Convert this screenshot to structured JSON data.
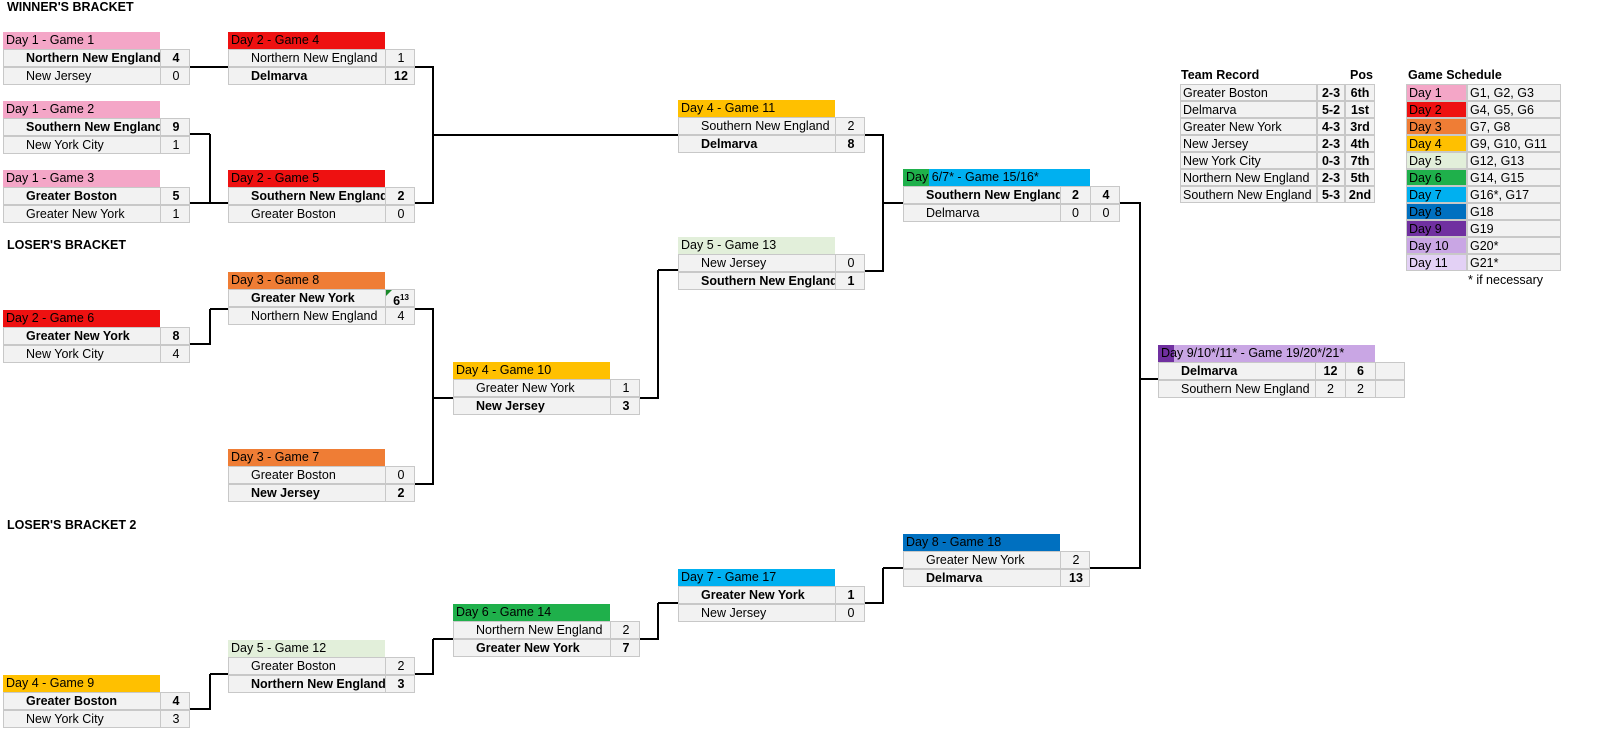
{
  "colors": {
    "day1": "#f4a6c7",
    "day2": "#ee1111",
    "day3": "#ef7d35",
    "day4": "#ffc000",
    "day5": "#e2efda",
    "day6": "#1fb04b",
    "day7": "#00b0f0",
    "day8": "#0070c0",
    "day9": "#7030a0",
    "day10": "#c9a6e4",
    "day11": "#e3d1f5"
  },
  "sections": {
    "winners": "WINNER'S BRACKET",
    "losers": "LOSER'S BRACKET",
    "losers2": "LOSER'S BRACKET 2"
  },
  "games": [
    {
      "id": "g1",
      "header": "Day 1 - Game 1",
      "day": "day1",
      "teams": [
        {
          "name": "Northern New England",
          "scores": [
            "4"
          ],
          "bold": true
        },
        {
          "name": "New Jersey",
          "scores": [
            "0"
          ],
          "bold": false
        }
      ]
    },
    {
      "id": "g2",
      "header": "Day 1 - Game 2",
      "day": "day1",
      "teams": [
        {
          "name": "Southern New England",
          "scores": [
            "9"
          ],
          "bold": true
        },
        {
          "name": "New York City",
          "scores": [
            "1"
          ],
          "bold": false
        }
      ]
    },
    {
      "id": "g3",
      "header": "Day 1 - Game 3",
      "day": "day1",
      "teams": [
        {
          "name": "Greater Boston",
          "scores": [
            "5"
          ],
          "bold": true
        },
        {
          "name": "Greater New York",
          "scores": [
            "1"
          ],
          "bold": false
        }
      ]
    },
    {
      "id": "g4",
      "header": "Day 2 - Game 4",
      "day": "day2",
      "teams": [
        {
          "name": "Northern New England",
          "scores": [
            "1"
          ],
          "bold": false
        },
        {
          "name": "Delmarva",
          "scores": [
            "12"
          ],
          "bold": true
        }
      ]
    },
    {
      "id": "g5",
      "header": "Day 2 - Game 5",
      "day": "day2",
      "teams": [
        {
          "name": "Southern New England",
          "scores": [
            "2"
          ],
          "bold": true
        },
        {
          "name": "Greater Boston",
          "scores": [
            "0"
          ],
          "bold": false
        }
      ]
    },
    {
      "id": "g6",
      "header": "Day 2 - Game 6",
      "day": "day2",
      "teams": [
        {
          "name": "Greater New York",
          "scores": [
            "8"
          ],
          "bold": true
        },
        {
          "name": "New York City",
          "scores": [
            "4"
          ],
          "bold": false
        }
      ]
    },
    {
      "id": "g8",
      "header": "Day 3 - Game 8",
      "day": "day3",
      "teams": [
        {
          "name": "Greater New York",
          "scores": [
            "6¹³"
          ],
          "bold": true
        },
        {
          "name": "Northern New England",
          "scores": [
            "4"
          ],
          "bold": false
        }
      ]
    },
    {
      "id": "g7",
      "header": "Day 3 - Game 7",
      "day": "day3",
      "teams": [
        {
          "name": "Greater Boston",
          "scores": [
            "0"
          ],
          "bold": false
        },
        {
          "name": "New Jersey",
          "scores": [
            "2"
          ],
          "bold": true
        }
      ]
    },
    {
      "id": "g10",
      "header": "Day 4 - Game 10",
      "day": "day4",
      "teams": [
        {
          "name": "Greater New York",
          "scores": [
            "1"
          ],
          "bold": false
        },
        {
          "name": "New Jersey",
          "scores": [
            "3"
          ],
          "bold": true
        }
      ]
    },
    {
      "id": "g11",
      "header": "Day 4 - Game 11",
      "day": "day4",
      "teams": [
        {
          "name": "Southern New England",
          "scores": [
            "2"
          ],
          "bold": false
        },
        {
          "name": "Delmarva",
          "scores": [
            "8"
          ],
          "bold": true
        }
      ]
    },
    {
      "id": "g13",
      "header": "Day 5 - Game 13",
      "day": "day5",
      "teams": [
        {
          "name": "New Jersey",
          "scores": [
            "0"
          ],
          "bold": false
        },
        {
          "name": "Southern New England",
          "scores": [
            "1"
          ],
          "bold": true
        }
      ]
    },
    {
      "id": "g15",
      "header": "Day 6/7* - Game 15/16*",
      "day": "day6",
      "day2": "day7",
      "teams": [
        {
          "name": "Southern New England",
          "scores": [
            "2",
            "4"
          ],
          "bold": true
        },
        {
          "name": "Delmarva",
          "scores": [
            "0",
            "0"
          ],
          "bold": false
        }
      ]
    },
    {
      "id": "g9",
      "header": "Day 4 - Game 9",
      "day": "day4",
      "teams": [
        {
          "name": "Greater Boston",
          "scores": [
            "4"
          ],
          "bold": true
        },
        {
          "name": "New York City",
          "scores": [
            "3"
          ],
          "bold": false
        }
      ]
    },
    {
      "id": "g12",
      "header": "Day 5 - Game 12",
      "day": "day5",
      "teams": [
        {
          "name": "Greater Boston",
          "scores": [
            "2"
          ],
          "bold": false
        },
        {
          "name": "Northern New England",
          "scores": [
            "3"
          ],
          "bold": true
        }
      ]
    },
    {
      "id": "g14",
      "header": "Day 6 - Game 14",
      "day": "day6",
      "teams": [
        {
          "name": "Northern New England",
          "scores": [
            "2"
          ],
          "bold": false
        },
        {
          "name": "Greater New York",
          "scores": [
            "7"
          ],
          "bold": true
        }
      ]
    },
    {
      "id": "g17",
      "header": "Day 7 - Game 17",
      "day": "day7",
      "teams": [
        {
          "name": "Greater New York",
          "scores": [
            "1"
          ],
          "bold": true
        },
        {
          "name": "New Jersey",
          "scores": [
            "0"
          ],
          "bold": false
        }
      ]
    },
    {
      "id": "g18",
      "header": "Day 8 - Game 18",
      "day": "day8",
      "teams": [
        {
          "name": "Greater New York",
          "scores": [
            "2"
          ],
          "bold": false
        },
        {
          "name": "Delmarva",
          "scores": [
            "13"
          ],
          "bold": true
        }
      ]
    },
    {
      "id": "g19",
      "header": "Day 9/10*/11* - Game 19/20*/21*",
      "day": "day9",
      "day2": "day10",
      "teams": [
        {
          "name": "Delmarva",
          "scores": [
            "12",
            "6",
            ""
          ],
          "bold": true
        },
        {
          "name": "Southern New England",
          "scores": [
            "2",
            "2",
            ""
          ],
          "bold": false
        }
      ]
    }
  ],
  "standings": {
    "header_team": "Team Record",
    "header_pos": "Pos",
    "rows": [
      {
        "team": "Greater Boston",
        "record": "2-3",
        "pos": "6th"
      },
      {
        "team": "Delmarva",
        "record": "5-2",
        "pos": "1st"
      },
      {
        "team": "Greater New York",
        "record": "4-3",
        "pos": "3rd"
      },
      {
        "team": "New Jersey",
        "record": "2-3",
        "pos": "4th"
      },
      {
        "team": "New York City",
        "record": "0-3",
        "pos": "7th"
      },
      {
        "team": "Northern New England",
        "record": "2-3",
        "pos": "5th"
      },
      {
        "team": "Southern New England",
        "record": "5-3",
        "pos": "2nd"
      }
    ]
  },
  "schedule": {
    "header": "Game Schedule",
    "rows": [
      {
        "day": "Day 1",
        "games": "G1, G2, G3",
        "key": "day1"
      },
      {
        "day": "Day 2",
        "games": "G4, G5, G6",
        "key": "day2"
      },
      {
        "day": "Day 3",
        "games": "G7, G8",
        "key": "day3"
      },
      {
        "day": "Day 4",
        "games": "G9, G10, G11",
        "key": "day4"
      },
      {
        "day": "Day 5",
        "games": "G12, G13",
        "key": "day5"
      },
      {
        "day": "Day 6",
        "games": "G14, G15",
        "key": "day6"
      },
      {
        "day": "Day 7",
        "games": "G16*, G17",
        "key": "day7"
      },
      {
        "day": "Day 8",
        "games": "G18",
        "key": "day8"
      },
      {
        "day": "Day 9",
        "games": "G19",
        "key": "day9"
      },
      {
        "day": "Day 10",
        "games": "G20*",
        "key": "day10"
      },
      {
        "day": "Day 11",
        "games": "G21*",
        "key": "day11"
      }
    ],
    "note": "* if necessary"
  }
}
